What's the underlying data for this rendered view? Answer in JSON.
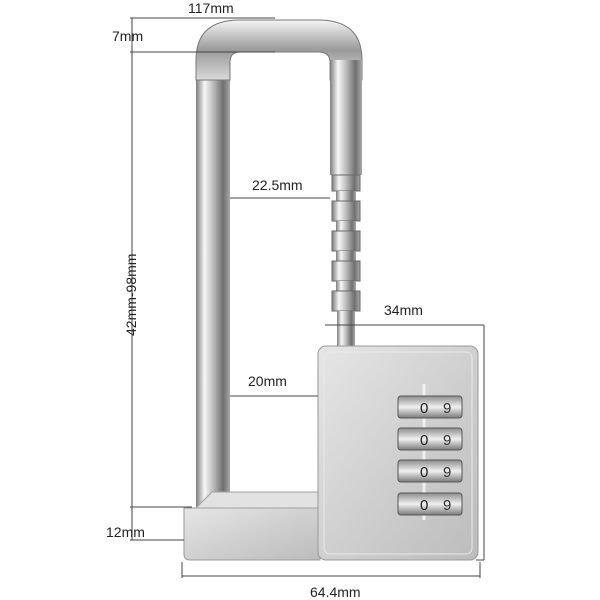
{
  "dimensions": {
    "shackle_width": "117mm",
    "shackle_thickness": "7mm",
    "adjust_gap": "22.5mm",
    "body_gap": "20mm",
    "shackle_length": "42mm-98mm",
    "body_depth": "34mm",
    "base_height": "12mm",
    "total_width": "64.4mm"
  },
  "dial_digit": "0",
  "dial_digit_alt": "9",
  "colors": {
    "metal_light": "#f2f2f2",
    "metal_mid": "#c8c8c8",
    "metal_dark": "#8a8a8a",
    "body": "#d3d3d3",
    "line": "#444444"
  }
}
